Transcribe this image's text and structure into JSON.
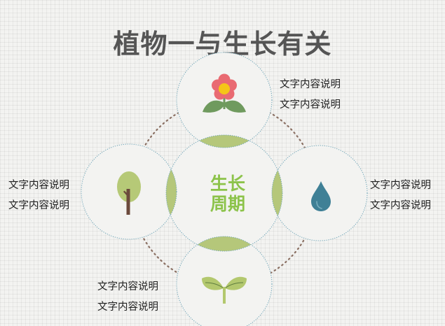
{
  "title": "植物一与生长有关",
  "center": {
    "line1": "生长",
    "line2": "周期"
  },
  "nodes": {
    "flower": {
      "icon": "flower-icon",
      "text1": "文字内容说明",
      "text2": "文字内容说明"
    },
    "water": {
      "icon": "water-drop-icon",
      "text1": "文字内容说明",
      "text2": "文字内容说明"
    },
    "sprout": {
      "icon": "sprout-icon",
      "text1": "文字内容说明",
      "text2": "文字内容说明"
    },
    "tree": {
      "icon": "tree-icon",
      "text1": "文字内容说明",
      "text2": "文字内容说明"
    }
  },
  "colors": {
    "accent_green": "#b5c77a",
    "center_text": "#8cc34a",
    "circle_stroke": "#6aa3b7",
    "arc_dots": "#8a6f62",
    "petal": "#e96a72",
    "flower_center": "#f5c518",
    "leaf_dark": "#6f9a5e",
    "tree_canopy": "#b6c977",
    "trunk": "#6b4a3c",
    "water": "#3f8096",
    "sprout": "#b3c86e"
  }
}
